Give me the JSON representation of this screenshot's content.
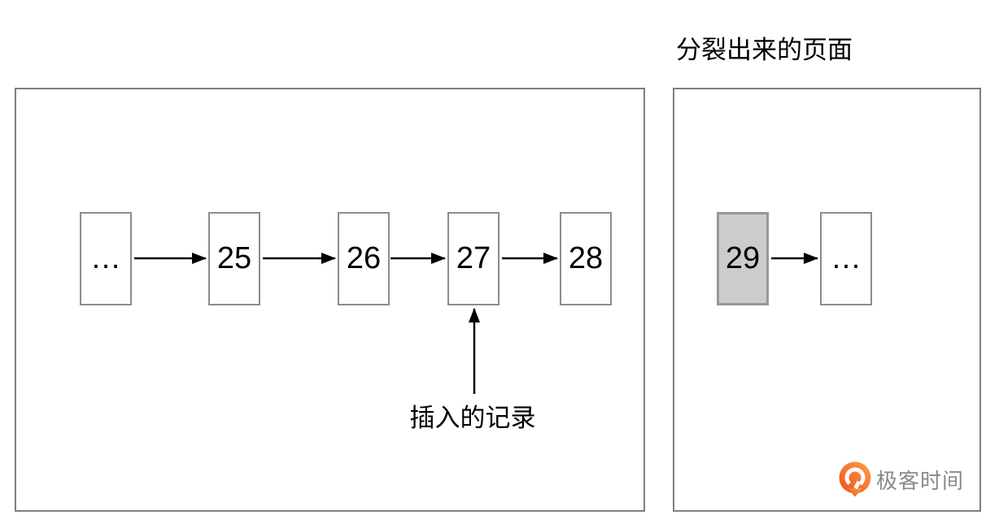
{
  "right_panel": {
    "title": "分裂出来的页面",
    "nodes": [
      {
        "label": "29",
        "highlighted": true
      },
      {
        "label": "…",
        "highlighted": false
      }
    ]
  },
  "left_panel": {
    "nodes": [
      {
        "label": "…"
      },
      {
        "label": "25"
      },
      {
        "label": "26"
      },
      {
        "label": "27"
      },
      {
        "label": "28"
      }
    ],
    "insert_label": "插入的记录"
  },
  "arrows": {
    "horizontal_links": [
      "ellipsis-left→25",
      "25→26",
      "26→27",
      "27→28",
      "29→ellipsis-right"
    ],
    "insert_pointer_target": "27"
  },
  "logo": {
    "text": "极客时间",
    "icon": "geektime-pin-icon"
  },
  "colors": {
    "panel_border": "#7f7f7f",
    "node_border": "#8c8c8c",
    "node_fill": "#ffffff",
    "highlight_fill": "#cccccc",
    "arrow": "#000000",
    "text": "#000000",
    "logo_orange": "#f26522",
    "logo_text_gray": "#8a8a8a"
  }
}
